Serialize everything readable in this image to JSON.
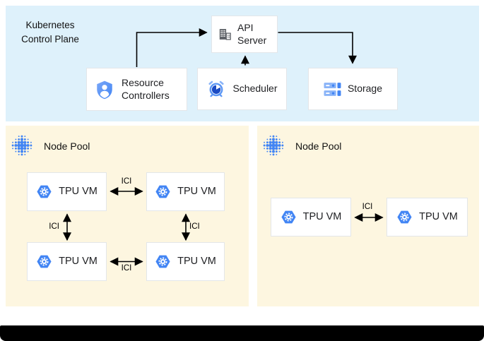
{
  "control_plane": {
    "title": "Kubernetes Control Plane",
    "api_server_label": "API Server",
    "resource_controllers_label": "Resource Controllers",
    "scheduler_label": "Scheduler",
    "storage_label": "Storage"
  },
  "node_pools": {
    "left": {
      "label": "Node Pool",
      "tpu_vm_count": 4
    },
    "right": {
      "label": "Node Pool",
      "tpu_vm_count": 2
    }
  },
  "labels": {
    "tpu_vm": "TPU VM",
    "ici": "ICI"
  },
  "connections": [
    {
      "from": "resource-controllers",
      "to": "api-server",
      "bidirectional": false
    },
    {
      "from": "scheduler",
      "to": "api-server",
      "bidirectional": false
    },
    {
      "from": "api-server",
      "to": "storage",
      "bidirectional": false
    },
    {
      "from": "tpu-vm-1",
      "to": "tpu-vm-2",
      "label": "ICI",
      "bidirectional": true,
      "pool": "left"
    },
    {
      "from": "tpu-vm-1",
      "to": "tpu-vm-3",
      "label": "ICI",
      "bidirectional": true,
      "pool": "left"
    },
    {
      "from": "tpu-vm-2",
      "to": "tpu-vm-4",
      "label": "ICI",
      "bidirectional": true,
      "pool": "left"
    },
    {
      "from": "tpu-vm-3",
      "to": "tpu-vm-4",
      "label": "ICI",
      "bidirectional": true,
      "pool": "left"
    },
    {
      "from": "tpu-vm-5",
      "to": "tpu-vm-6",
      "label": "ICI",
      "bidirectional": true,
      "pool": "right"
    }
  ],
  "colors": {
    "control_plane_bg": "#def1fb",
    "node_pool_bg": "#fdf6e0",
    "card_border": "#e3e6e9",
    "google_blue": "#4285f4",
    "light_blue": "#8ab4f8",
    "dark_blue": "#1b4bc4",
    "icon_gray": "#5f6368",
    "arrow": "#000000",
    "footer_bar": "#000000"
  }
}
